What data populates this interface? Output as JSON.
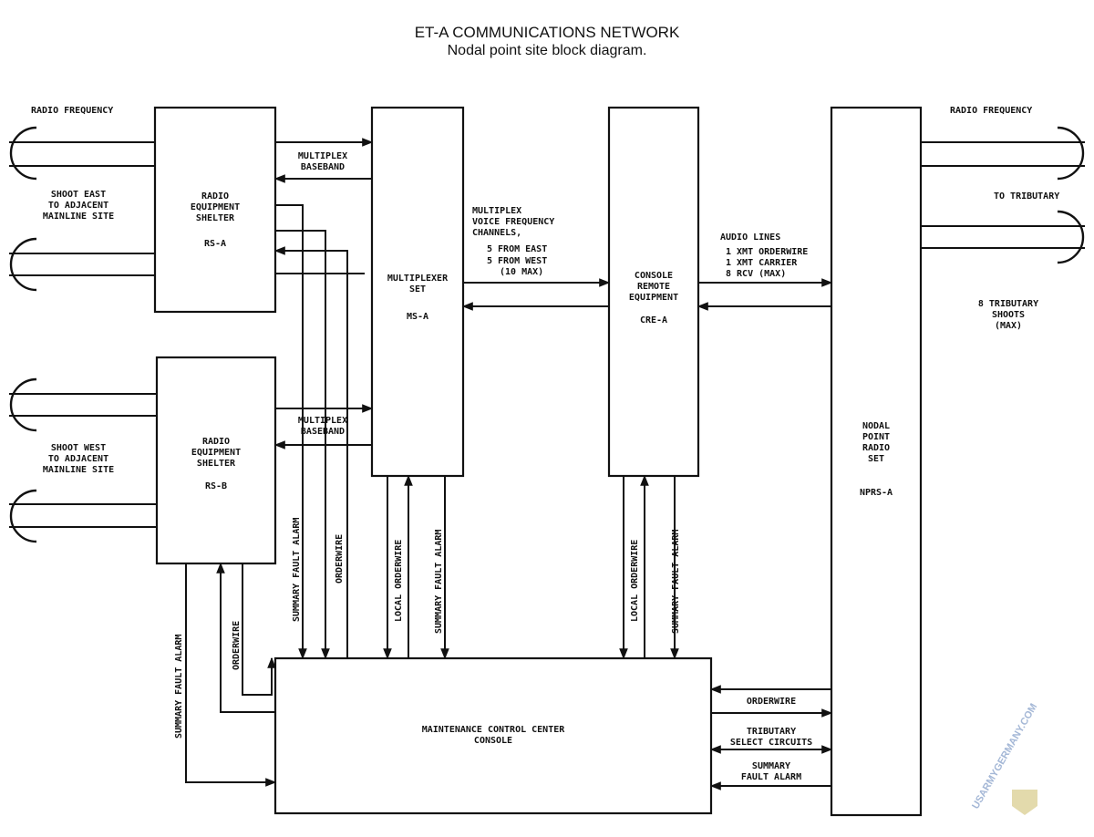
{
  "title": "ET-A COMMUNICATIONS NETWORK",
  "subtitle": "Nodal point site block diagram.",
  "blocks": {
    "rs_a": [
      "RADIO",
      "EQUIPMENT",
      "SHELTER",
      "RS-A"
    ],
    "rs_b": [
      "RADIO",
      "EQUIPMENT",
      "SHELTER",
      "RS-B"
    ],
    "ms_a": [
      "MULTIPLEXER",
      "SET",
      "MS-A"
    ],
    "cre_a": [
      "CONSOLE",
      "REMOTE",
      "EQUIPMENT",
      "CRE-A"
    ],
    "npr_a": [
      "NODAL",
      "POINT",
      "RADIO",
      "SET",
      "NPRS-A"
    ],
    "mcc": [
      "MAINTENANCE CONTROL CENTER",
      "CONSOLE"
    ]
  },
  "labels": {
    "rf_left": "RADIO FREQUENCY",
    "shoot_east": [
      "SHOOT EAST",
      "TO ADJACENT",
      "MAINLINE SITE"
    ],
    "shoot_west": [
      "SHOOT WEST",
      "TO ADJACENT",
      "MAINLINE SITE"
    ],
    "mux_baseband_top": [
      "MULTIPLEX",
      "BASEBAND"
    ],
    "mux_baseband_bottom": [
      "MULTIPLEX",
      "BASEBAND"
    ],
    "vf_channels": [
      "MULTIPLEX",
      "VOICE FREQUENCY",
      "CHANNELS,",
      "5 FROM EAST",
      "5 FROM WEST",
      "(10 MAX)"
    ],
    "audio_lines": [
      "AUDIO LINES",
      "1 XMT ORDERWIRE",
      "1 XMT CARRIER",
      "8 RCV (MAX)"
    ],
    "rf_right": "RADIO FREQUENCY",
    "to_tributary": "TO TRIBUTARY",
    "tributary_shoots": [
      "8 TRIBUTARY",
      "SHOOTS",
      "(MAX)"
    ],
    "orderwire_right": "ORDERWIRE",
    "tributary_select": [
      "TRIBUTARY",
      "SELECT CIRCUITS"
    ],
    "summary_fault_right": [
      "SUMMARY",
      "FAULT ALARM"
    ],
    "v_summary_fault_rsb": "SUMMARY FAULT ALARM",
    "v_orderwire_rsb": "ORDERWIRE",
    "v_summary_fault_rsa": "SUMMARY FAULT ALARM",
    "v_orderwire_rsa": "ORDERWIRE",
    "v_local_orderwire_ms": "LOCAL ORDERWIRE",
    "v_summary_fault_ms": "SUMMARY FAULT ALARM",
    "v_local_orderwire_cre": "LOCAL ORDERWIRE",
    "v_summary_fault_cre": "SUMMARY FAULT ALARM"
  },
  "watermark": "USARMYGERMANY.COM"
}
